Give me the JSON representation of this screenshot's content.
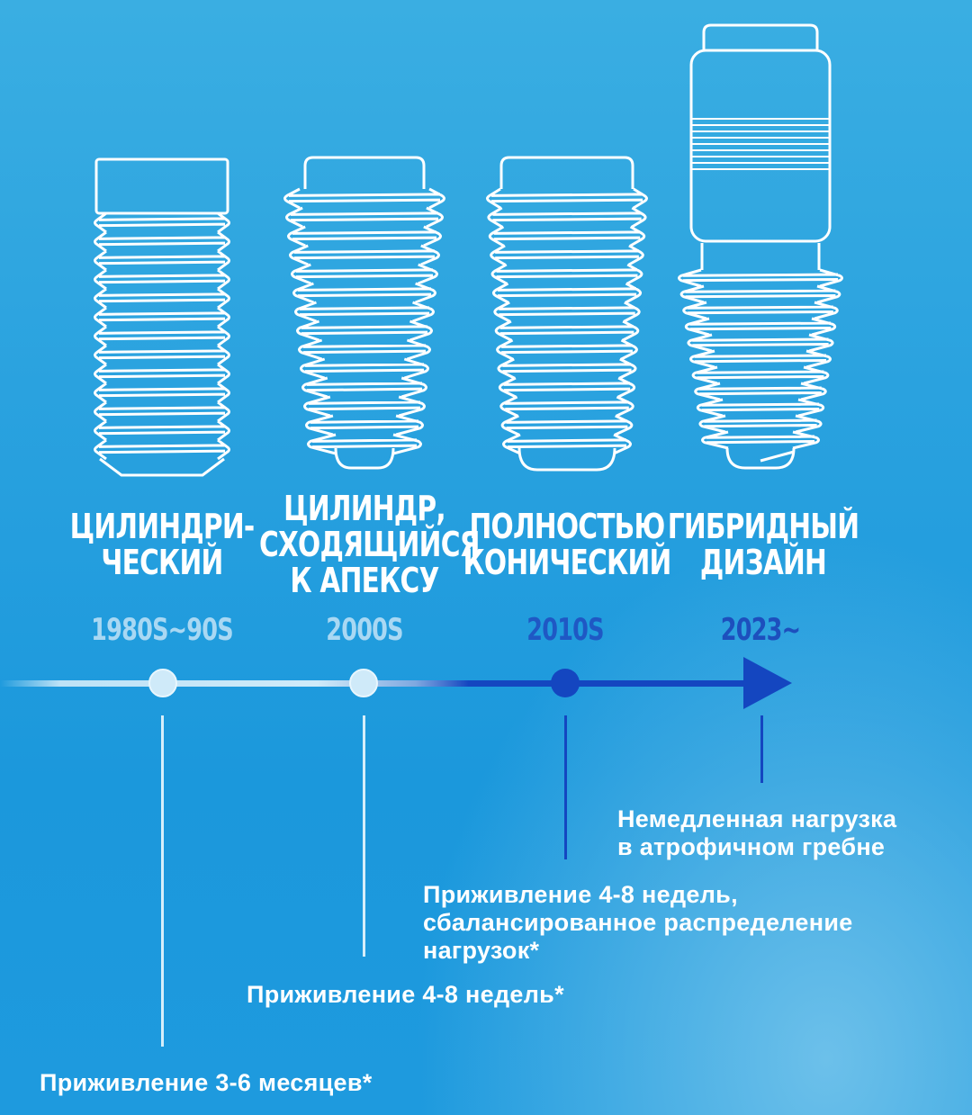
{
  "stages": [
    {
      "title": "ЦИЛИНДРИ-\nЧЕСКИЙ",
      "years": "1980S~90S",
      "note": "Приживление 3-6 месяцев*"
    },
    {
      "title": "ЦИЛИНДР,\nСХОДЯЩИЙСЯ\nК АПЕКСУ",
      "years": "2000S",
      "note": "Приживление 4-8 недель*"
    },
    {
      "title": "ПОЛНОСТЬЮ\nКОНИЧЕСКИЙ",
      "years": "2010S",
      "note": "Приживление 4-8 недель,\nсбалансированное распределение\nнагрузок*"
    },
    {
      "title": "ГИБРИДНЫЙ\nДИЗАЙН",
      "years": "2023~",
      "note": "Немедленная нагрузка\nв атрофичном гребне"
    }
  ],
  "colors": {
    "year_early": "#a9d8f3",
    "year_2010": "#1f58c4",
    "year_2023": "#1d4fbd",
    "timeline_light": "#cfeaf9",
    "timeline_dark": "#1446c0"
  }
}
